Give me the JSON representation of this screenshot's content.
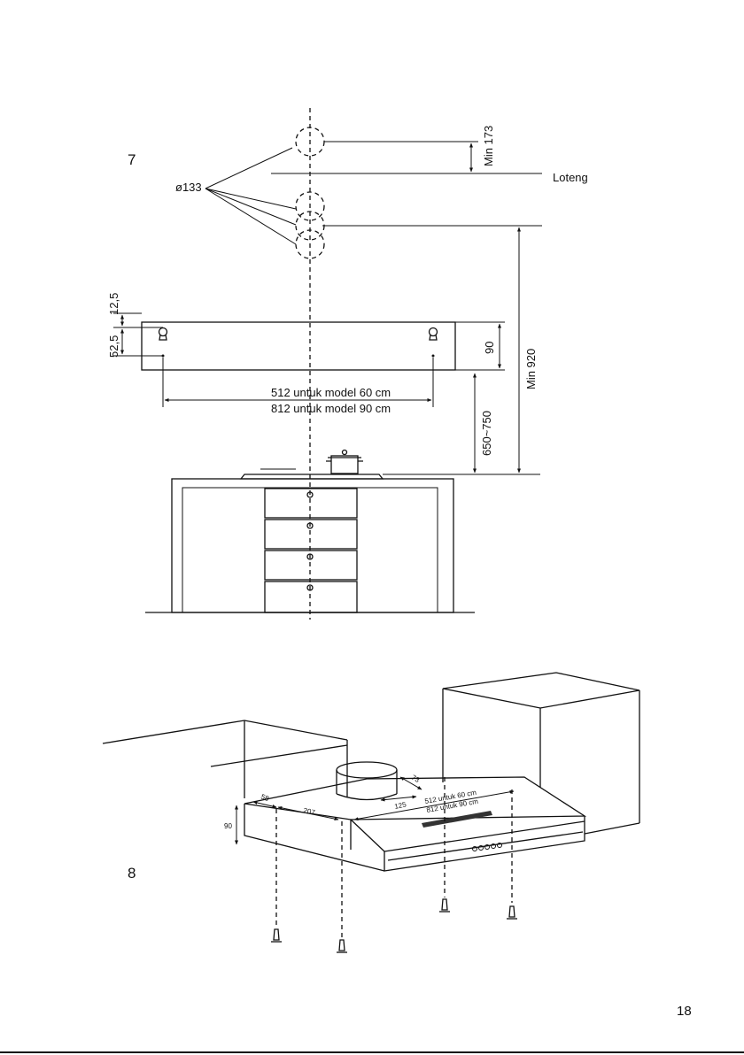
{
  "figure7": {
    "number": "7",
    "diameter": "ø133",
    "min_top": "Min 173",
    "ceiling": "Loteng",
    "dim_12_5": "12,5",
    "dim_52_5": "52,5",
    "dim_90": "90",
    "min_920": "Min 920",
    "width_60": "512 untuk model 60 cm",
    "width_90": "812 untuk model 90 cm",
    "height_range": "650~750"
  },
  "figure8": {
    "number": "8",
    "dim_58": "58",
    "dim_207": "207",
    "dim_73": "73",
    "dim_125": "125",
    "dim_90": "90",
    "width_60": "512 untuk 60 cm",
    "width_90": "812 untuk 90 cm"
  },
  "page_number": "18"
}
